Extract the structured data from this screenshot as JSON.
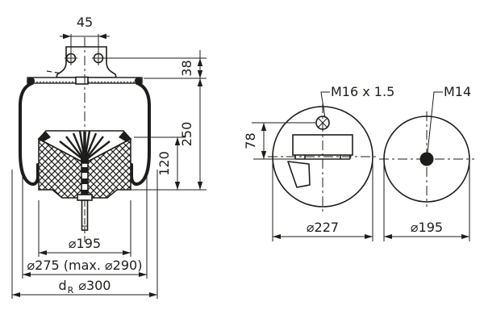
{
  "front_view": {
    "bracket_hole_spacing": "45",
    "top_plate_offset": "38",
    "design_height": "250",
    "piston_height": "120",
    "piston_diameter": "⌀195",
    "bellows_diameter": "⌀275 (max. ⌀290)",
    "rolling_prefix": "d",
    "rolling_sub": "R",
    "rolling_value": "⌀300"
  },
  "top_view": {
    "air_fitting_thread": "M16 x 1.5",
    "fitting_offset": "78",
    "plate_diameter": "⌀227"
  },
  "bottom_view": {
    "stud_thread": "M14",
    "piston_diameter": "⌀195"
  },
  "colors": {
    "line": "#1d1d1b",
    "background": "#ffffff"
  }
}
